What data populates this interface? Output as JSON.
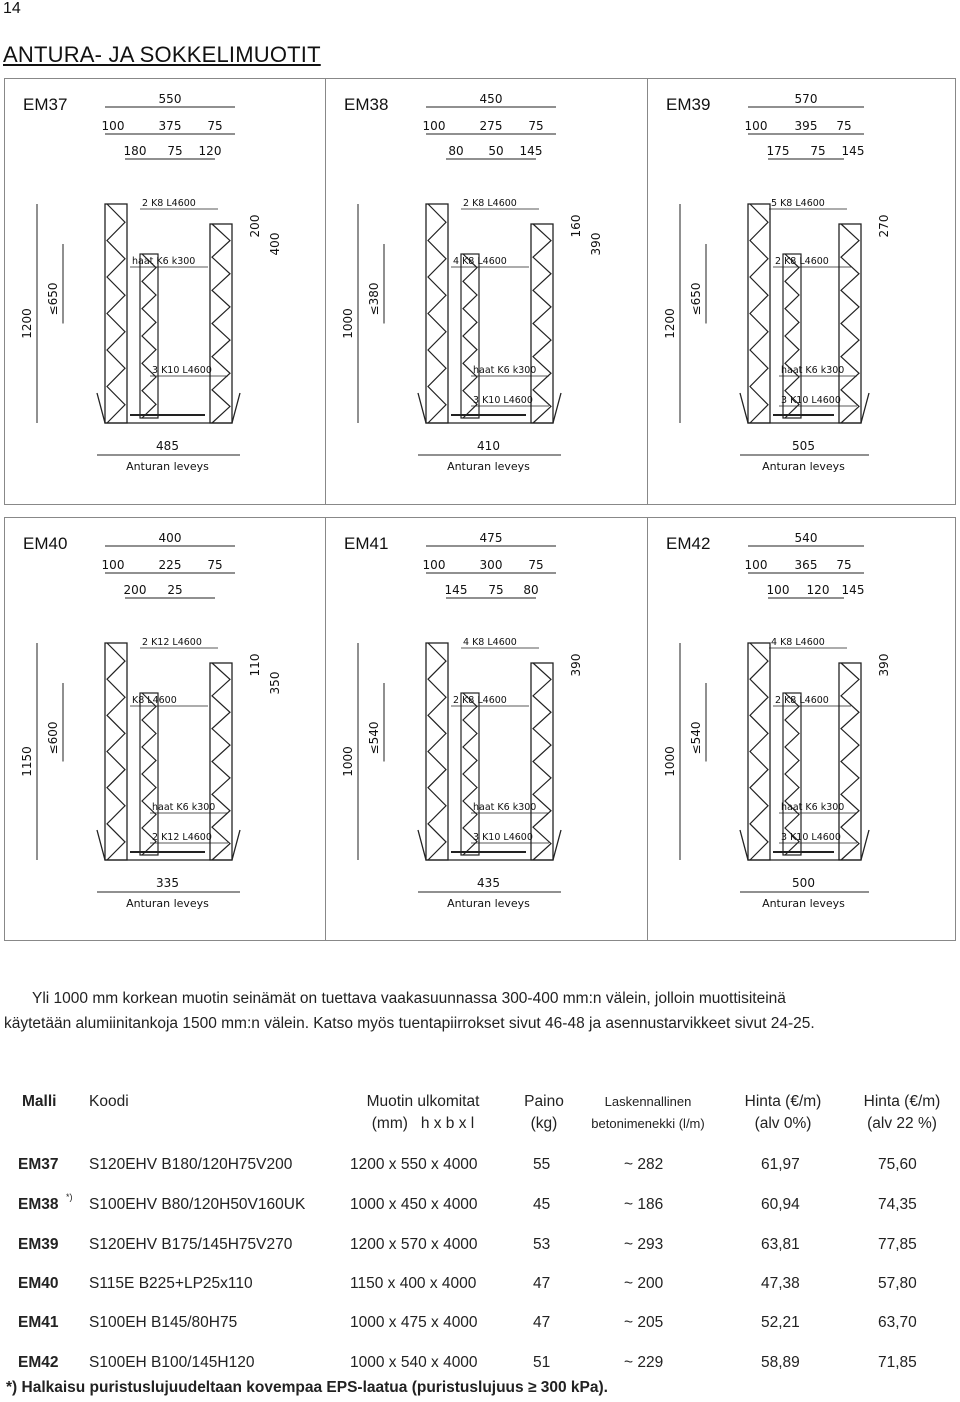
{
  "page_number": "14",
  "title": "ANTURA- JA SOKKELIMUOTIT",
  "diagrams": [
    {
      "label": "EM37",
      "top_dims": [
        "550",
        "100",
        "375",
        "75",
        "180",
        "75",
        "120"
      ],
      "side_dims": [
        "1200",
        "≤650",
        "200",
        "400"
      ],
      "bars": [
        "2 K8 L4600",
        "haat K6 k300",
        "3 K10 L4600"
      ],
      "width_value": "485",
      "width_label": "Anturan leveys"
    },
    {
      "label": "EM38",
      "top_dims": [
        "450",
        "100",
        "275",
        "75",
        "80",
        "50",
        "145"
      ],
      "side_dims": [
        "1000",
        "≤380",
        "160",
        "390"
      ],
      "bars": [
        "2 K8 L4600",
        "4 K8 L4600",
        "haat K6 k300",
        "3 K10 L4600"
      ],
      "width_value": "410",
      "width_label": "Anturan leveys"
    },
    {
      "label": "EM39",
      "top_dims": [
        "570",
        "100",
        "395",
        "75",
        "175",
        "75",
        "145"
      ],
      "side_dims": [
        "1200",
        "≤650",
        "270"
      ],
      "bars": [
        "5 K8 L4600",
        "2 K8 L4600",
        "haat K6 k300",
        "3 K10 L4600"
      ],
      "width_value": "505",
      "width_label": "Anturan leveys"
    },
    {
      "label": "EM40",
      "top_dims": [
        "400",
        "100",
        "225",
        "75",
        "200",
        "25"
      ],
      "side_dims": [
        "1150",
        "≤600",
        "110",
        "350"
      ],
      "bars": [
        "2 K12 L4600",
        "K8 L4600",
        "haat K6 k300",
        "2 K12 L4600"
      ],
      "width_value": "335",
      "width_label": "Anturan leveys"
    },
    {
      "label": "EM41",
      "top_dims": [
        "475",
        "100",
        "300",
        "75",
        "145",
        "75",
        "80"
      ],
      "side_dims": [
        "1000",
        "≤540",
        "390"
      ],
      "bars": [
        "4 K8 L4600",
        "2 K8 L4600",
        "haat K6 k300",
        "3 K10 L4600"
      ],
      "width_value": "435",
      "width_label": "Anturan leveys"
    },
    {
      "label": "EM42",
      "top_dims": [
        "540",
        "100",
        "365",
        "75",
        "100",
        "120",
        "145"
      ],
      "side_dims": [
        "1000",
        "≤540",
        "390"
      ],
      "bars": [
        "4 K8 L4600",
        "2 K8 L4600",
        "haat K6 k300",
        "3 K10 L4600"
      ],
      "width_value": "500",
      "width_label": "Anturan leveys"
    }
  ],
  "note_line1": "Yli 1000 mm korkean muotin seinämät on tuettava vaakasuunnassa 300-400 mm:n välein, jolloin muottisiteinä",
  "note_line2": "käytetään alumiinitankoja 1500 mm:n välein. Katso myös tuentapiirrokset sivut 46-48 ja asennustarvikkeet sivut 24-25.",
  "table": {
    "headers": {
      "malli": "Malli",
      "koodi": "Koodi",
      "muotin_1": "Muotin ulkomitat",
      "muotin_2": "(mm)   h x b x l",
      "paino_1": "Paino",
      "paino_2": "(kg)",
      "betoni_1": "Laskennallinen",
      "betoni_2": "betonimenekki (l/m)",
      "hinta0_1": "Hinta (€/m)",
      "hinta0_2": "(alv 0%)",
      "hinta22_1": "Hinta (€/m)",
      "hinta22_2": "(alv 22 %)"
    },
    "rows": [
      {
        "malli": "EM37",
        "sup": "",
        "koodi": "S120EHV B180/120H75V200",
        "mitat": "1200 x 550 x 4000",
        "paino": "55",
        "betoni": "~ 282",
        "hinta0": "61,97",
        "hinta22": "75,60"
      },
      {
        "malli": "EM38",
        "sup": "*)",
        "koodi": "S100EHV B80/120H50V160UK",
        "mitat": "1000 x 450 x 4000",
        "paino": "45",
        "betoni": "~ 186",
        "hinta0": "60,94",
        "hinta22": "74,35"
      },
      {
        "malli": "EM39",
        "sup": "",
        "koodi": "S120EHV B175/145H75V270",
        "mitat": "1200 x 570 x 4000",
        "paino": "53",
        "betoni": "~ 293",
        "hinta0": "63,81",
        "hinta22": "77,85"
      },
      {
        "malli": "EM40",
        "sup": "",
        "koodi": "S115E B225+LP25x110",
        "mitat": "1150 x 400 x 4000",
        "paino": "47",
        "betoni": "~ 200",
        "hinta0": "47,38",
        "hinta22": "57,80"
      },
      {
        "malli": "EM41",
        "sup": "",
        "koodi": "S100EH B145/80H75",
        "mitat": "1000 x 475 x 4000",
        "paino": "47",
        "betoni": "~ 205",
        "hinta0": "52,21",
        "hinta22": "63,70"
      },
      {
        "malli": "EM42",
        "sup": "",
        "koodi": "S100EH B100/145H120",
        "mitat": "1000 x 540 x 4000",
        "paino": "51",
        "betoni": "~ 229",
        "hinta0": "58,89",
        "hinta22": "71,85"
      }
    ]
  },
  "footnote": "*)  Halkaisu puristuslujuudeltaan kovempaa EPS-laatua (puristuslujuus ≥ 300 kPa)."
}
